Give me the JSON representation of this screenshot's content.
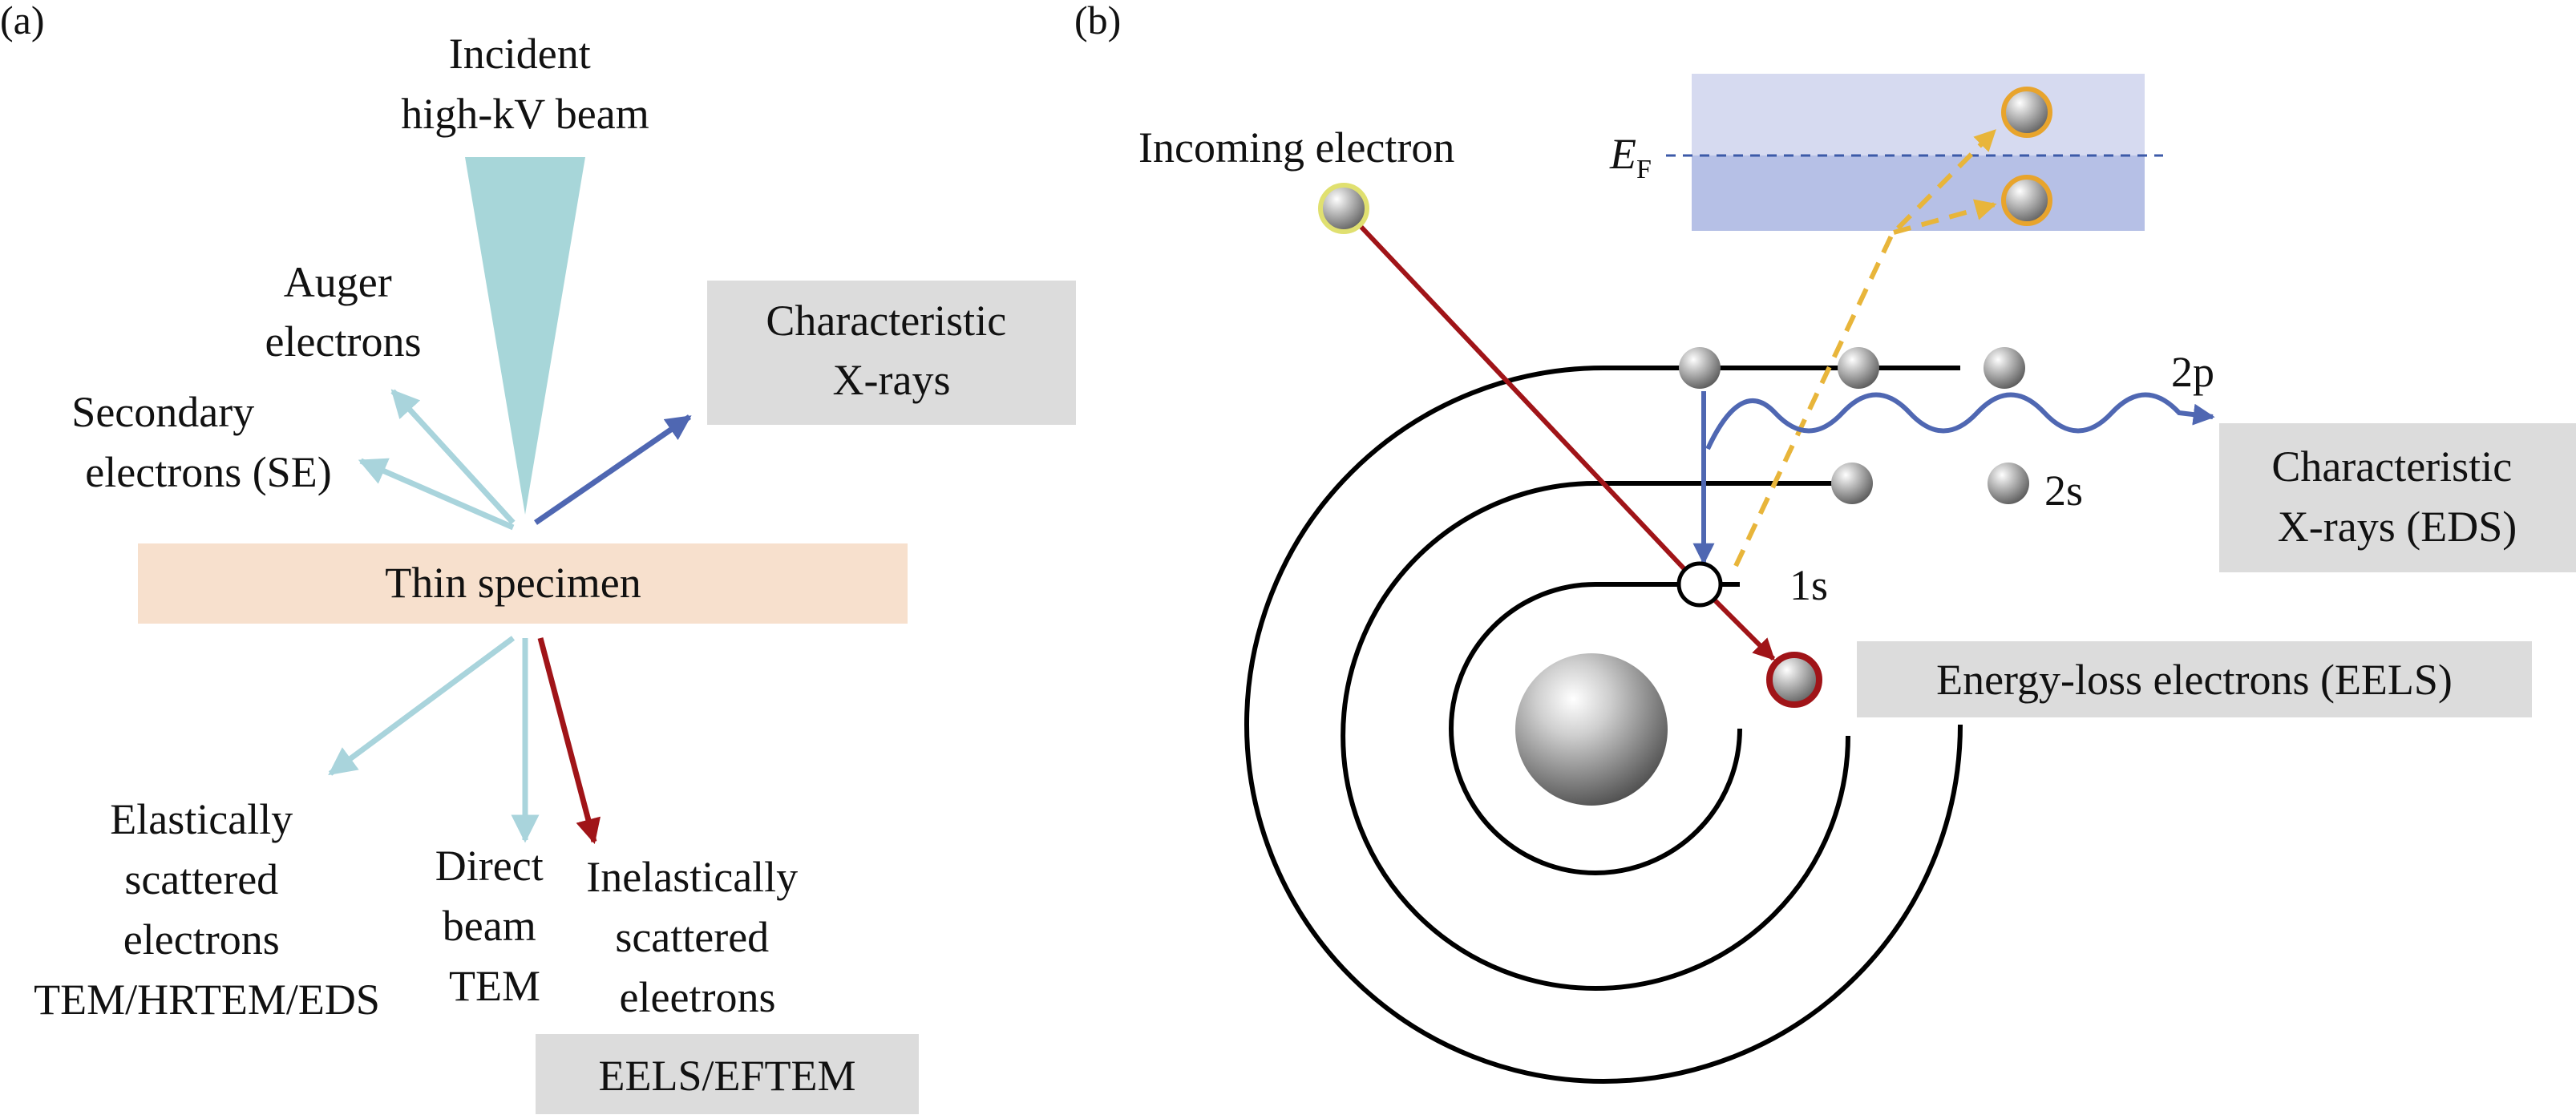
{
  "panel_a": {
    "label": "(a)",
    "incident_beam": [
      "Incident",
      "high-kV beam"
    ],
    "auger": [
      "Auger",
      "electrons"
    ],
    "secondary": [
      "Secondary",
      "electrons (SE)"
    ],
    "characteristic_xrays": [
      "Characteristic",
      "X-rays"
    ],
    "specimen": "Thin specimen",
    "elastic": [
      "Elastically",
      "scattered",
      "electrons",
      "TEM/HRTEM/EDS"
    ],
    "direct": [
      "Direct",
      "beam",
      "TEM"
    ],
    "inelastic": [
      "Inelastically",
      "scattered",
      "eleetrons"
    ],
    "eels_box": "EELS/EFTEM"
  },
  "panel_b": {
    "label": "(b)",
    "incoming": "Incoming electron",
    "fermi_symbol": "E",
    "fermi_subscript": "F",
    "shell_2p": "2p",
    "shell_2s": "2s",
    "shell_1s": "1s",
    "xray_box": [
      "Characteristic",
      "X-rays (EDS)"
    ],
    "eels_box": "Energy-loss electrons (EELS)"
  },
  "colors": {
    "beam_teal": "#a7d6d9",
    "light_arrow": "#a9d4dc",
    "blue_arrow": "#4f67b2",
    "red_arrow": "#a01418",
    "specimen_fill": "#f7e0cd",
    "label_box": "#dcdcdc",
    "band_light": "#d6daf0",
    "band_dark": "#b6c0e6",
    "fermi_line": "#3c5aa8",
    "dashed_orange": "#e8b53a",
    "orange_ring": "#e8a42c",
    "yellow_ring": "#e0e070"
  }
}
